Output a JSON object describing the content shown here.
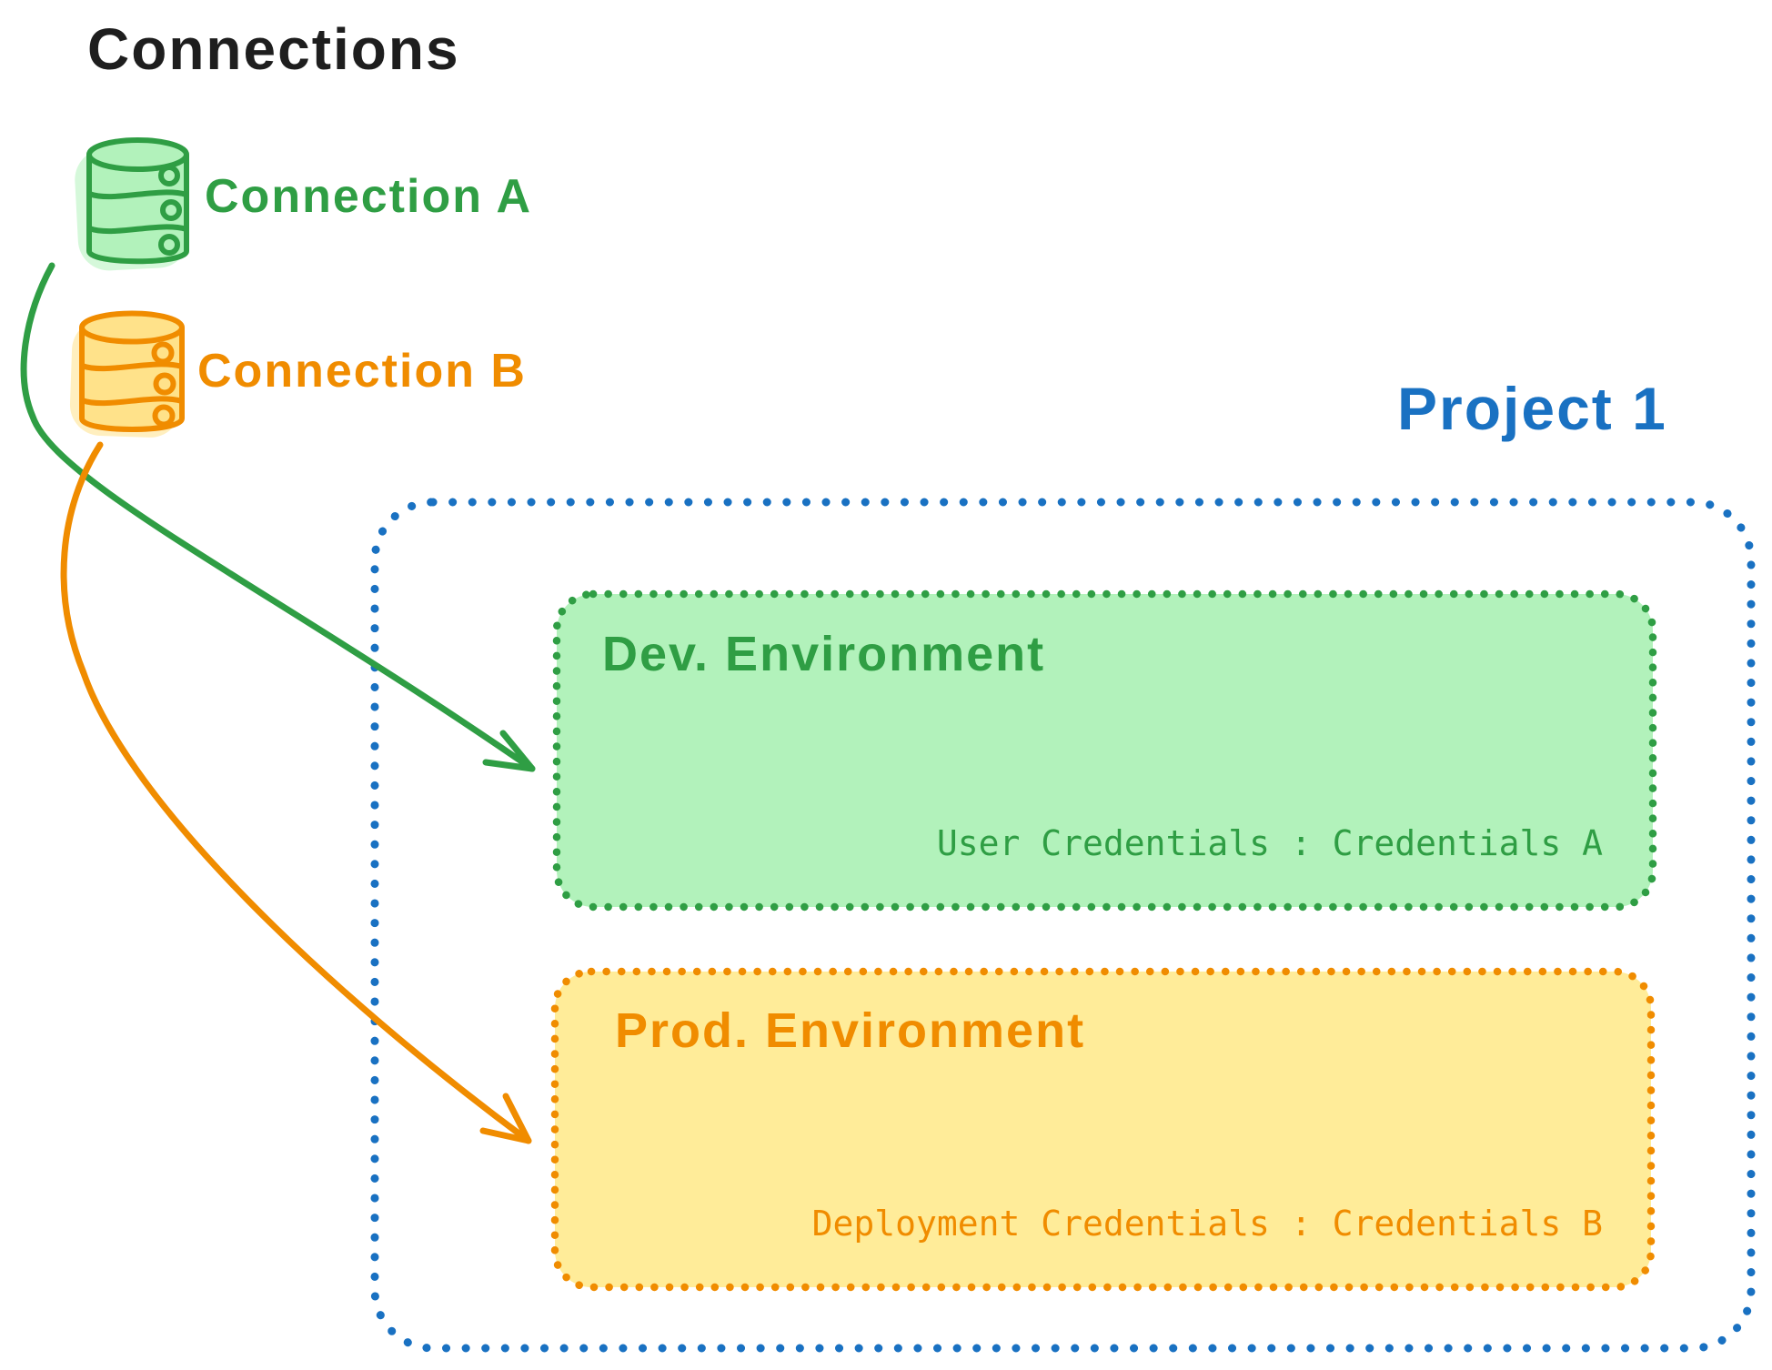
{
  "title": "Connections",
  "connections": [
    {
      "label": "Connection A",
      "icon": "database-icon",
      "color": "#2f9e44"
    },
    {
      "label": "Connection B",
      "icon": "database-icon",
      "color": "#f08c00"
    }
  ],
  "project": {
    "title": "Project 1",
    "color": "#1971c2",
    "environments": [
      {
        "name": "Dev. Environment",
        "credentials": "User Credentials : Credentials A",
        "stroke": "#2f9e44",
        "fill": "#b2f2bb"
      },
      {
        "name": "Prod. Environment",
        "credentials": "Deployment Credentials : Credentials B",
        "stroke": "#f08c00",
        "fill": "#ffec99"
      }
    ]
  },
  "colors": {
    "ink": "#1e1e1e",
    "green": "#2f9e44",
    "green-fill": "#b2f2bb",
    "orange": "#f08c00",
    "orange-fill": "#ffec99",
    "orange-db-fill": "#ffe28a",
    "blue": "#1971c2"
  }
}
